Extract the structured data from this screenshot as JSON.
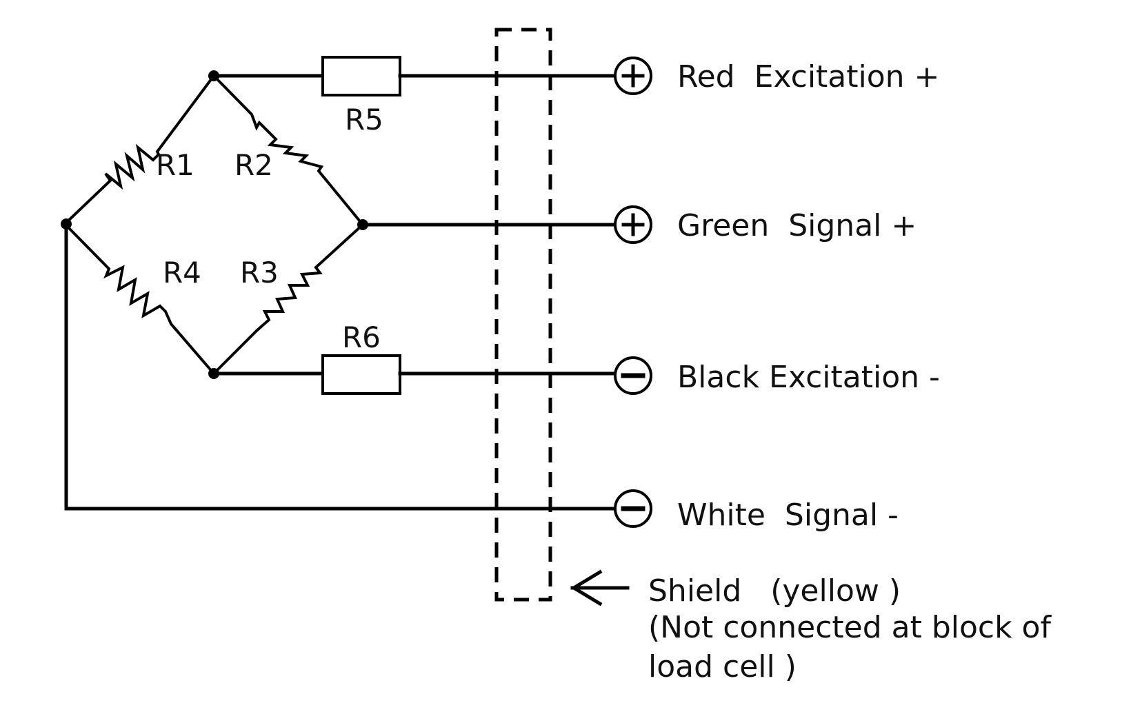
{
  "resistors": {
    "r1": "R1",
    "r2": "R2",
    "r3": "R3",
    "r4": "R4",
    "r5": "R5",
    "r6": "R6"
  },
  "terminals": [
    {
      "polarity": "+",
      "label": "Red  Excitation +"
    },
    {
      "polarity": "+",
      "label": "Green  Signal +"
    },
    {
      "polarity": "-",
      "label": "Black Excitation -"
    },
    {
      "polarity": "-",
      "label": "White  Signal -"
    }
  ],
  "shield": {
    "line1": "Shield   (yellow )",
    "line2": "(Not connected at block of",
    "line3": "load cell )"
  },
  "icons": {
    "plus_terminal": "plus-circle-icon",
    "minus_terminal": "minus-circle-icon",
    "arrow": "left-arrow-icon"
  }
}
